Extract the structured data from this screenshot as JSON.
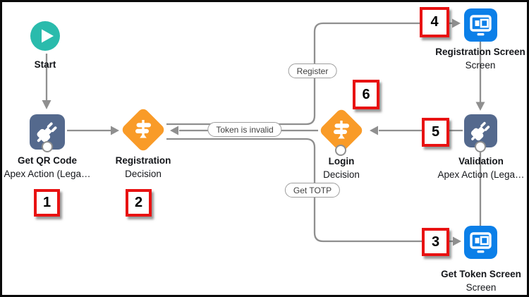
{
  "nodes": {
    "start": {
      "label": "Start"
    },
    "get_qr_code": {
      "label": "Get QR Code",
      "type_label": "Apex Action (Lega…"
    },
    "registration_decision": {
      "label": "Registration",
      "type_label": "Decision"
    },
    "login_decision": {
      "label": "Login",
      "type_label": "Decision"
    },
    "registration_screen": {
      "label": "Registration Screen",
      "type_label": "Screen"
    },
    "validation": {
      "label": "Validation",
      "type_label": "Apex Action (Lega…"
    },
    "get_token_screen": {
      "label": "Get Token Screen",
      "type_label": "Screen"
    }
  },
  "connector_labels": {
    "register": "Register",
    "token_is_invalid": "Token is invalid",
    "get_totp": "Get TOTP"
  },
  "annotations": {
    "n1": "1",
    "n2": "2",
    "n3": "3",
    "n4": "4",
    "n5": "5",
    "n6": "6"
  },
  "colors": {
    "start_teal": "#2ABBAC",
    "apex_slate": "#54698D",
    "decision_orange": "#F99B28",
    "screen_blue": "#0B7FE8",
    "connector_gray": "#8F8F8F",
    "annotation_red": "#E81212",
    "label_black": "#14161A"
  }
}
